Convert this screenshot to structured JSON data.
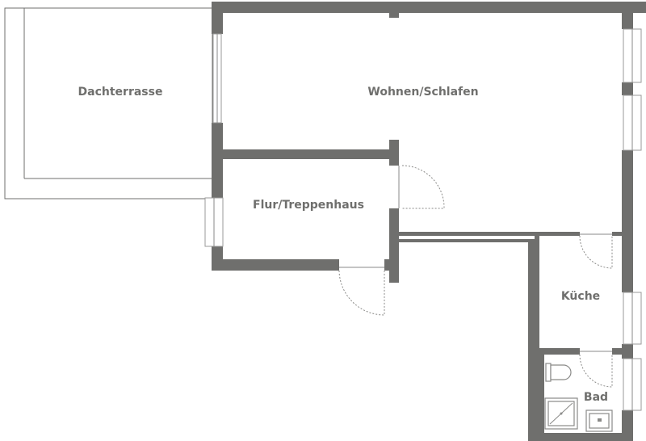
{
  "rooms": {
    "dachterrasse": "Dachterrasse",
    "wohnen": "Wohnen/Schlafen",
    "flur": "Flur/Treppenhaus",
    "kueche": "Küche",
    "bad": "Bad"
  },
  "colors": {
    "wall": "#6f6f6d",
    "label": "#6f6f6d",
    "background": "#ffffff"
  }
}
